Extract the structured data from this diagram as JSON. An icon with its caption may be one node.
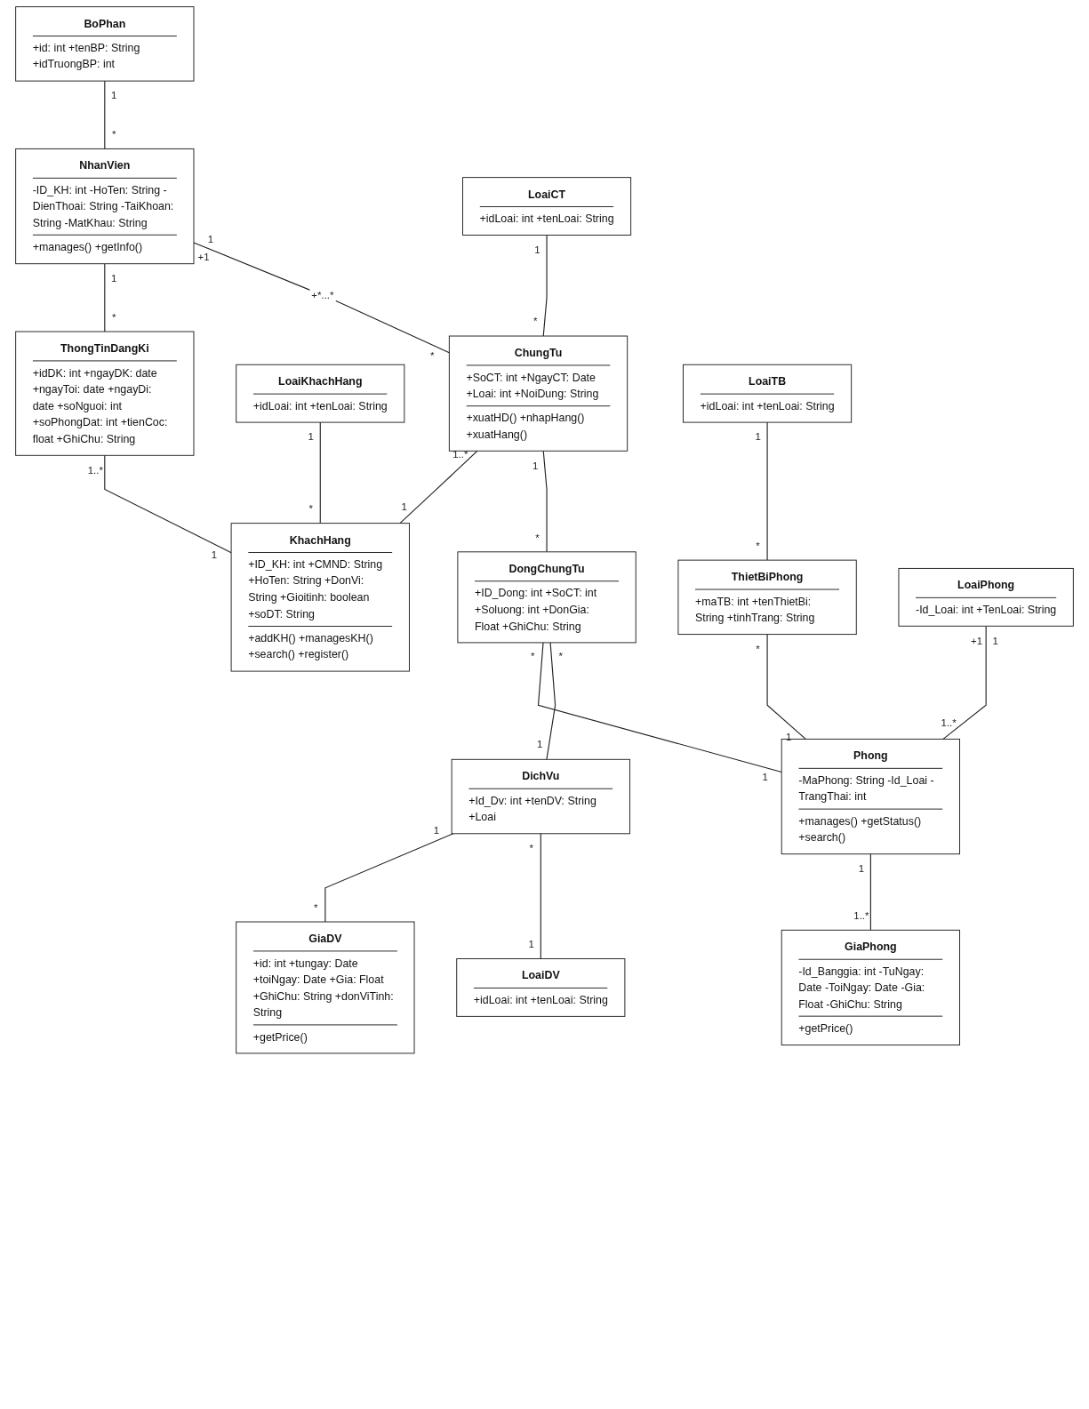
{
  "diagram": {
    "nodes": [
      {
        "text": [
          "BoPhan",
          "+id: int +tenBP: String +idTruongBP: int"
        ]
      },
      {
        "text": [
          "NhanVien",
          "-ID_KH: int -HoTen: String -DienThoai: String -TaiKhoan: String -MatKhau: String",
          "+manages() +getInfo()"
        ]
      },
      {
        "text": [
          "ThongTinDangKi",
          "+idDK: int +ngayDK: date +ngayToi: date +ngayDi: date +soNguoi: int +soPhongDat: int +tienCoc: float +GhiChu: String"
        ]
      },
      {
        "text": [
          "LoaiKhachHang",
          "+idLoai: int +tenLoai: String"
        ]
      },
      {
        "text": [
          "LoaiCT",
          "+idLoai: int +tenLoai: String"
        ]
      },
      {
        "text": [
          "ChungTu",
          "+SoCT: int +NgayCT: Date +Loai: int +NoiDung: String",
          "+xuatHD() +nhapHang() +xuatHang()"
        ]
      },
      {
        "text": [
          "DongChungTu",
          "+ID_Dong: int +SoCT: int +Soluong: int +DonGia: Float +GhiChu: String"
        ]
      },
      {
        "text": [
          "KhachHang",
          "+ID_KH: int +CMND: String +HoTen: String +DonVi: String +Gioitinh: boolean +soDT: String",
          "+addKH() +managesKH() +search() +register()"
        ]
      },
      {
        "text": [
          "LoaiTB",
          "+idLoai: int +tenLoai: String"
        ]
      },
      {
        "text": [
          "ThietBiPhong",
          "+maTB: int +tenThietBi: String +tinhTrang: String"
        ]
      },
      {
        "text": [
          "LoaiPhong",
          "-Id_Loai: int +TenLoai: String"
        ]
      },
      {
        "text": [
          "GiaDV",
          "+id: int +tungay: Date +toiNgay: Date +Gia: Float +GhiChu: String +donViTinh: String",
          "+getPrice()"
        ]
      },
      {
        "text": [
          "DichVu",
          "+Id_Dv: int +tenDV: String +Loai"
        ]
      },
      {
        "text": [
          "Phong",
          "-MaPhong: String -Id_Loai -TrangThai: int",
          "+manages() +getStatus() +search()"
        ]
      },
      {
        "text": [
          "GiaPhong",
          "-Id_Banggia: int -TuNgay: Date -ToiNgay: Date -Gia: Float -GhiChu: String",
          "+getPrice()"
        ]
      },
      {
        "text": [
          "LoaiDV",
          "+idLoai: int +tenLoai: String"
        ]
      }
    ],
    "edges": [
      {
        "from": 0,
        "to": 1,
        "arrow": "none"
      },
      {
        "from": 1,
        "to": 2,
        "arrow": "none"
      },
      {
        "from": 1,
        "to": 5,
        "arrow": "none",
        "label": "+*...*"
      },
      {
        "from": 2,
        "to": 7,
        "arrow": "none"
      },
      {
        "from": 3,
        "to": 7,
        "arrow": "none"
      },
      {
        "from": 4,
        "to": 5,
        "arrow": "none"
      },
      {
        "from": 5,
        "to": 7,
        "arrow": "none"
      },
      {
        "from": 5,
        "to": 6,
        "arrow": "none"
      },
      {
        "from": 8,
        "to": 9,
        "arrow": "none"
      },
      {
        "from": 6,
        "to": 13,
        "arrow": "none"
      },
      {
        "from": 6,
        "to": 12,
        "arrow": "none"
      },
      {
        "from": 9,
        "to": 13,
        "arrow": "none"
      },
      {
        "from": 10,
        "to": 13,
        "arrow": "none"
      },
      {
        "from": 13,
        "to": 14,
        "arrow": "none"
      },
      {
        "from": 12,
        "to": 11,
        "arrow": "none"
      },
      {
        "from": 12,
        "to": 15,
        "arrow": "none"
      }
    ],
    "labels": [
      "1",
      "*",
      "1",
      "*",
      "1",
      "+1",
      "*",
      "1..*",
      "1",
      "1",
      "*",
      "1",
      "*",
      "1..*",
      "1",
      "1",
      "*",
      "1",
      "*",
      "*",
      "1",
      "*",
      "1",
      "*",
      "1",
      "1",
      "+1",
      "1..*",
      "1",
      "1..*",
      "1",
      "*",
      "*",
      "1"
    ]
  }
}
